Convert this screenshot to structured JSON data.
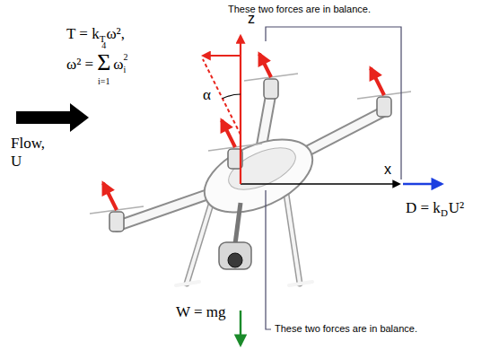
{
  "diagram": {
    "labels": [
      "These two forces are in balance.",
      "T = k",
      "T",
      "ω²,",
      "ω² =",
      "4",
      "Σ",
      "i=1",
      "ω",
      "2",
      "i",
      "α",
      "z",
      "x",
      "Flow, U",
      "D = k",
      "D",
      "U²",
      "W = mg",
      "These two forces are in balance."
    ]
  }
}
